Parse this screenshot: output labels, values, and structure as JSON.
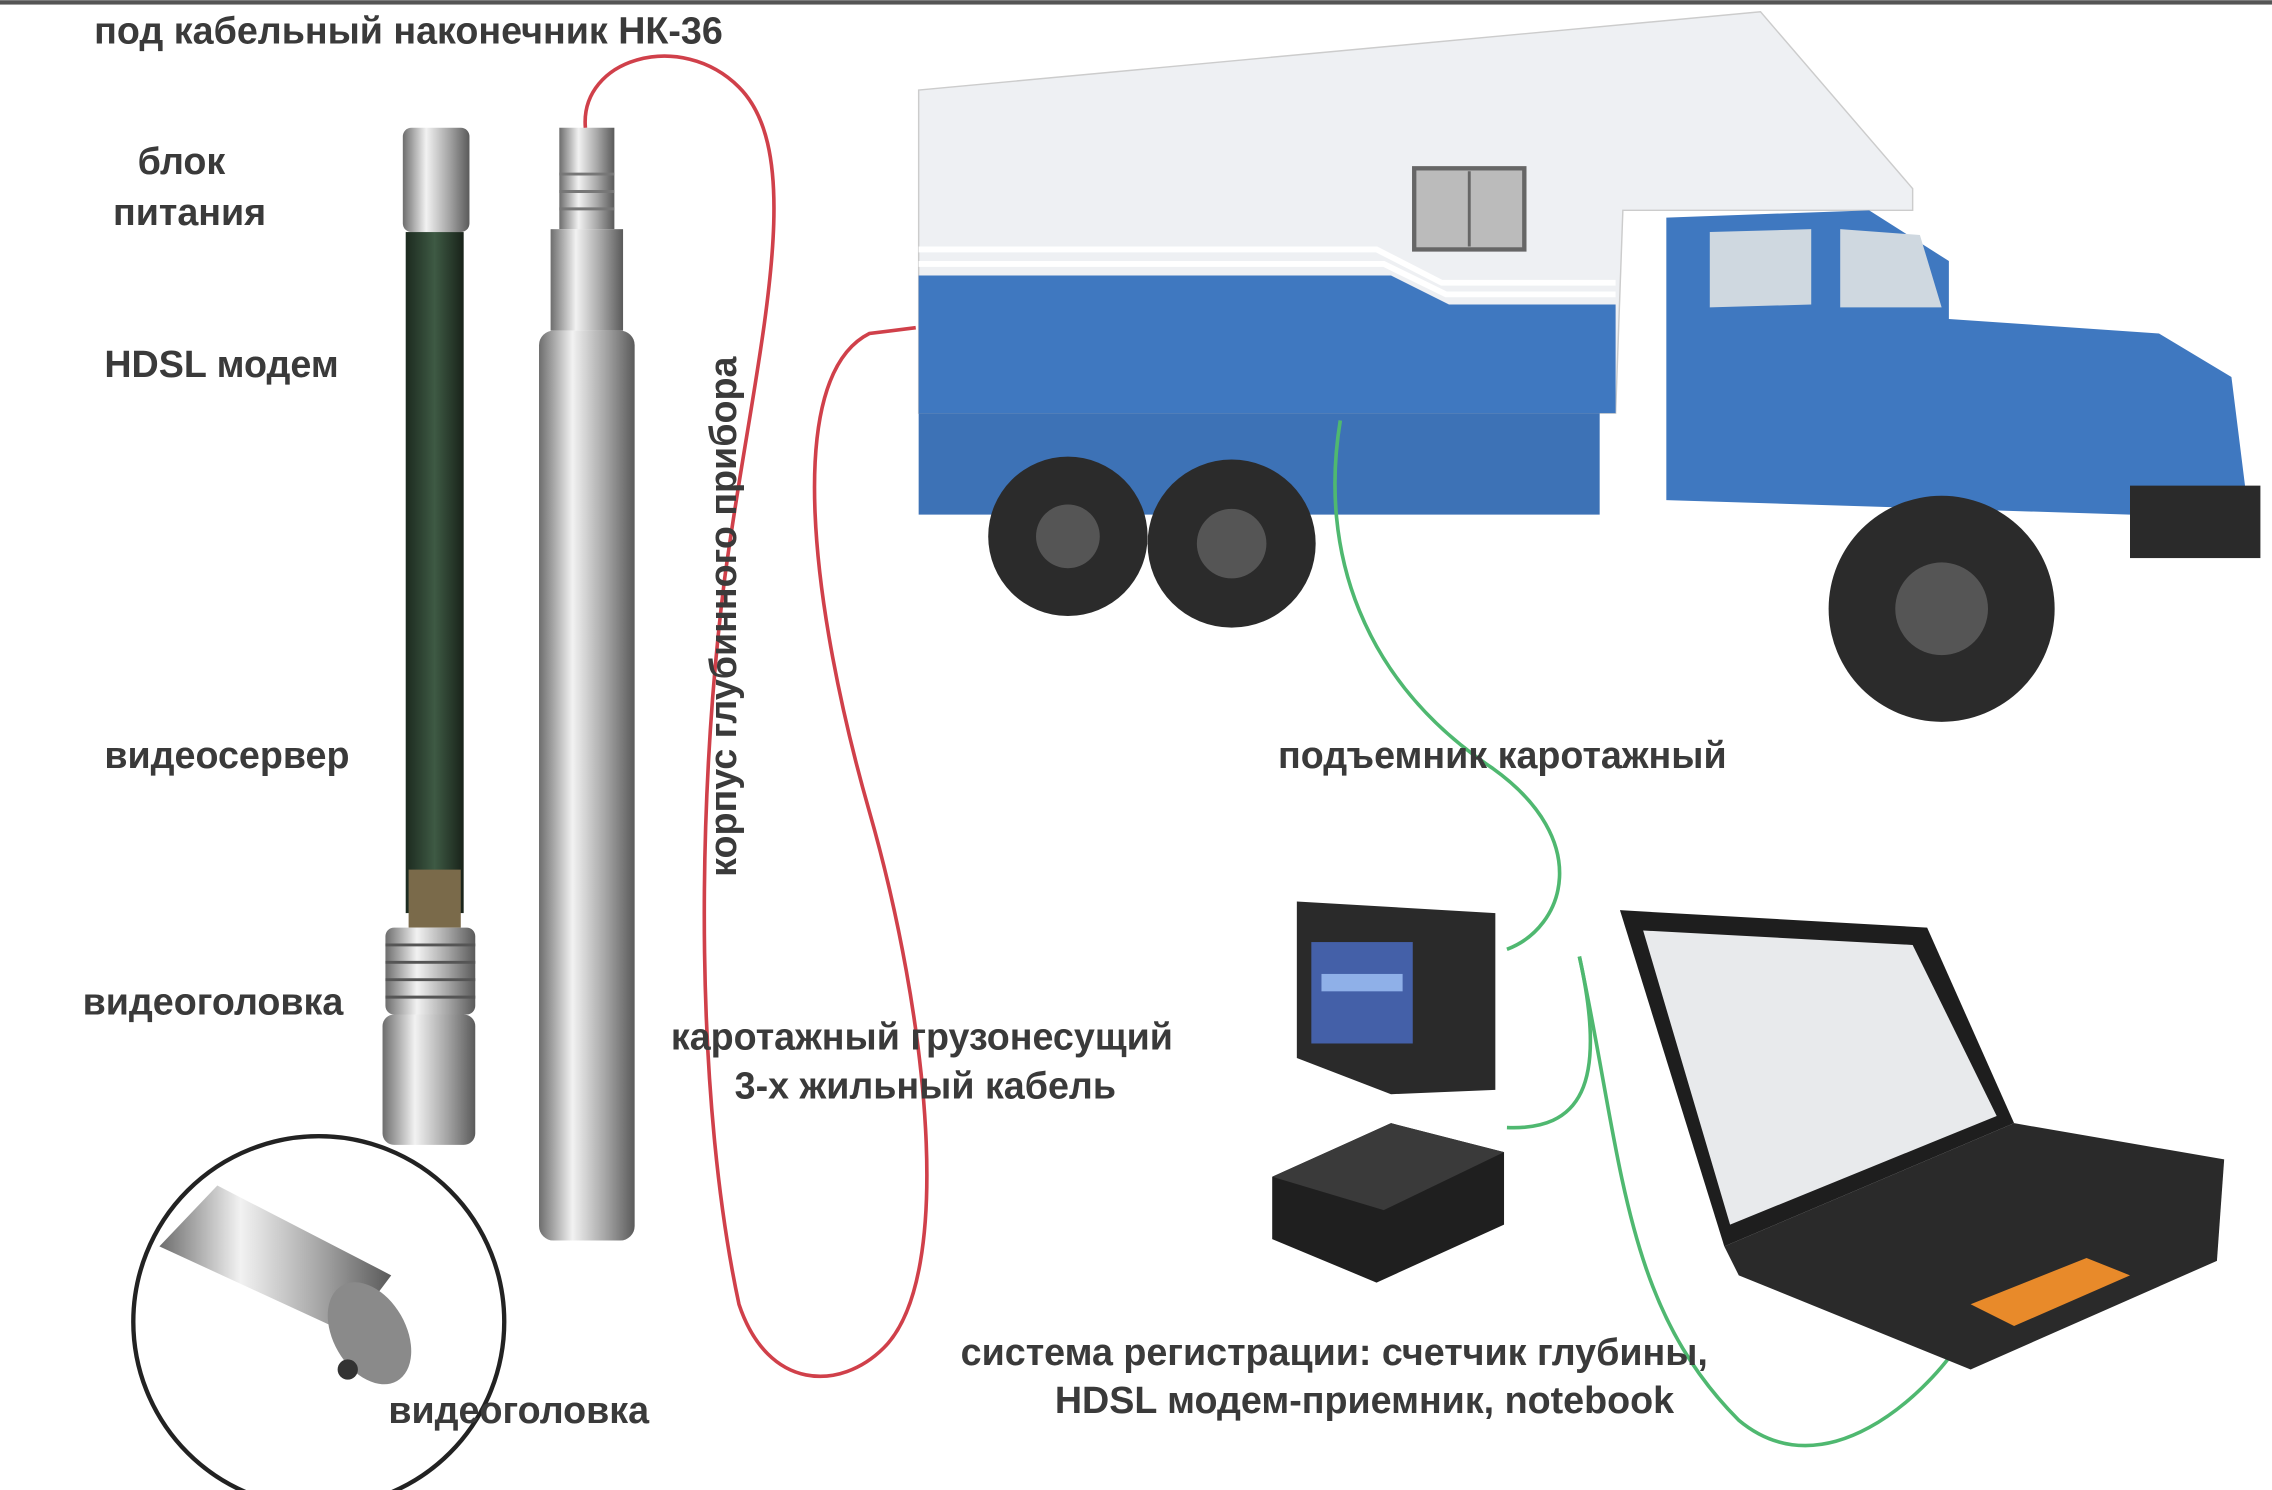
{
  "labels": {
    "cable_tip": "под кабельный наконечник НК-36",
    "power_line1": "блок",
    "power_line2": "питания",
    "hdsl_modem": "HDSL модем",
    "video_server": "видеосервер",
    "video_head": "видеоголовка",
    "probe_body": "корпус глубинного прибора",
    "cable_line1": "каротажный грузонесущий",
    "cable_line2": "3-х жильный кабель",
    "hoist": "подъемник каротажный",
    "registration_line1": "система регистрации: счетчик глубины,",
    "registration_line2": "HDSL модем-приемник, notebook",
    "inset_video_head": "видеоголовка"
  },
  "colors": {
    "cable_red": "#d0404a",
    "cable_green": "#4fb870",
    "truck_blue": "#3f78c0",
    "body_white": "#eef0f3"
  }
}
